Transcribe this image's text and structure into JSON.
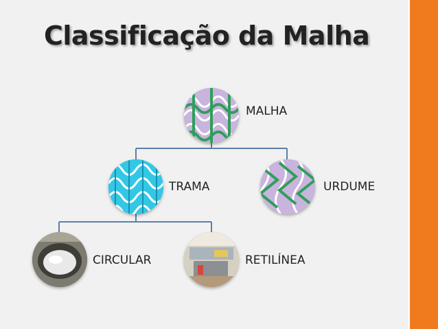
{
  "title": "Classificação da Malha",
  "nodes": {
    "root": {
      "label": "MALHA",
      "icon": "weft-knit-pattern-icon"
    },
    "left": {
      "label": "TRAMA",
      "icon": "weft-knit-pattern-icon"
    },
    "right": {
      "label": "URDUME",
      "icon": "warp-knit-pattern-icon"
    },
    "left_left": {
      "label": "CIRCULAR",
      "icon": "circular-knitting-machine-photo"
    },
    "left_right": {
      "label": "RETILÍNEA",
      "icon": "flat-knitting-machine-photo"
    }
  },
  "colors": {
    "background": "#f1f1f1",
    "accent_bar": "#f07b1e",
    "connector": "#5b7fa8",
    "knit_lilac": "#c8b4dd",
    "knit_green": "#2f9e5a",
    "knit_cyan": "#33c7e6"
  }
}
